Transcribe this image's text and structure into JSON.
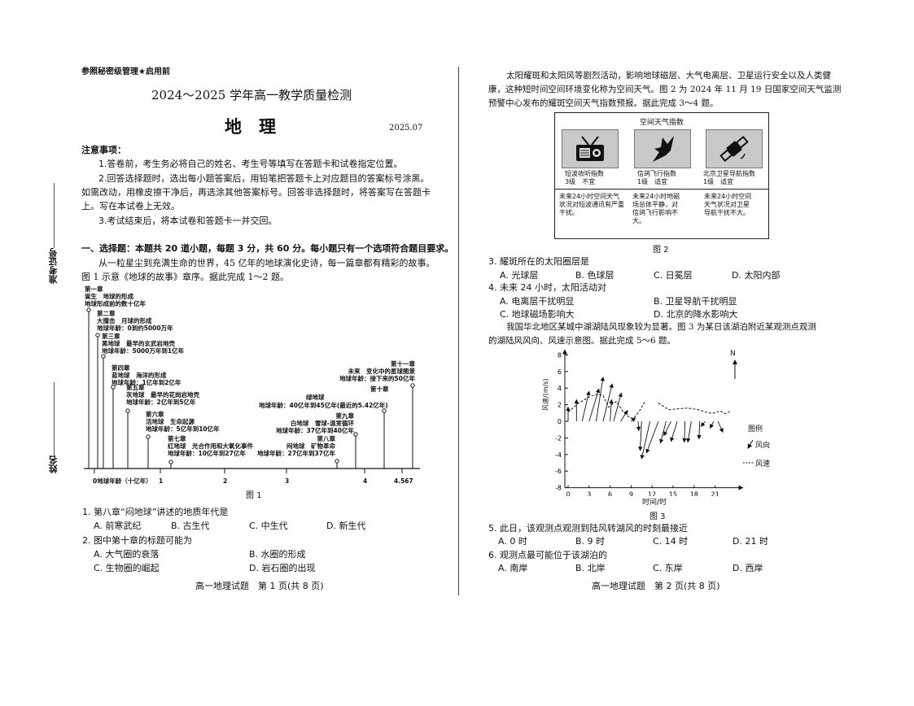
{
  "side": {
    "exam_id_label": "准考证号",
    "name_label": "姓名"
  },
  "page1": {
    "secret": "参照秘密级管理★启用前",
    "exam_title": "2024～2025 学年高一教学质量检测",
    "subject": "地　理",
    "date": "2025.07",
    "notes_title": "注意事项：",
    "notes": [
      "1.答卷前，考生务必将自己的姓名、考生号等填写在答题卡和试卷指定位置。",
      "2.回答选择题时，选出每小题答案后，用铅笔把答题卡上对应题目的答案标号涂黑。",
      "如需改动，用橡皮擦干净后，再选涂其他答案标号。回答非选择题时，将答案写在答题卡",
      "上。写在本试卷上无效。",
      "3.考试结束后，将本试卷和答题卡一并交回。"
    ],
    "section": "一、选择题：本题共 20 道小题，每题 3 分，共 60 分。每小题只有一个选项符合题目要求。",
    "intro": [
      "从一粒星尘到充满生命的世界，45 亿年的地球演化史诗，每一篇章都有精彩的故事。",
      "图 1 示意《地球的故事》章序。据此完成 1～2 题。"
    ],
    "fig1": {
      "caption": "图 1",
      "axis_label": "0地球年龄（十亿年）",
      "ticks": [
        "1",
        "2",
        "3",
        "4",
        "4.567"
      ],
      "chapters": [
        {
          "lines": [
            "第一章",
            "诞生　地球的形成",
            "地球形成前的数十亿年"
          ]
        },
        {
          "lines": [
            "第二章",
            "大撞击　月球的形成",
            "地球年龄：0到约5000万年"
          ]
        },
        {
          "lines": [
            "第三章",
            "黑地球　最早的玄武岩地壳",
            "地球年龄：5000万年到1亿年"
          ]
        },
        {
          "lines": [
            "第四章",
            "蓝地球　海洋的形成",
            "地球年龄：1亿年到2亿年"
          ]
        },
        {
          "lines": [
            "第五章",
            "灰地球　最早的花岗岩地壳",
            "地球年龄：2亿年到5亿年"
          ]
        },
        {
          "lines": [
            "第六章",
            "活地球　生命起源",
            "地球年龄：5亿年到10亿年"
          ]
        },
        {
          "lines": [
            "第七章",
            "红地球　光合作用和大氧化事件",
            "地球年龄：10亿年到27亿年"
          ]
        },
        {
          "lines": [
            "第八章",
            "闷地球　矿物革命",
            "地球年龄：27亿年到37亿年"
          ]
        },
        {
          "lines": [
            "第九章",
            "白地球　雪球-温室循环",
            "地球年龄：37亿年到40亿年"
          ]
        },
        {
          "lines": [
            "第十章",
            "绿地球",
            "地球年龄：40亿年到45亿年(最近的5.42亿年)"
          ]
        },
        {
          "lines": [
            "第十一章",
            "未来　变化中的星球图景",
            "地球年龄：接下来的50亿年"
          ]
        }
      ]
    },
    "q1": {
      "stem": "1. 第八章“闷地球”讲述的地质年代是",
      "options": [
        "A. 前寒武纪",
        "B. 古生代",
        "C. 中生代",
        "D. 新生代"
      ]
    },
    "q2": {
      "stem": "2. 图中第十章的标题可能为",
      "options": [
        "A. 大气圈的衰落",
        "B. 水圈的形成",
        "C. 生物圈的崛起",
        "D. 岩石圈的出现"
      ]
    },
    "footer": "高一地理试题　第 1 页(共 8 页)"
  },
  "page2": {
    "intro": [
      "太阳耀斑和太阳风等剧烈活动，影响地球磁层、大气电离层、卫星运行安全以及人类健",
      "康，这种短时间空间环境变化称为空间天气。图 2 为 2024 年 11 月 19 日国家空间天气监测",
      "预警中心发布的耀斑空间天气指数预报。据此完成 3～4 题。"
    ],
    "fig2": {
      "title": "空间天气指数",
      "caption": "图 2",
      "items": [
        {
          "icon": "radio-icon",
          "name": "短波收听指数",
          "level": "3级　不宜",
          "desc": "未来24小时空间天气状况对短波通讯有严重干扰。"
        },
        {
          "icon": "pigeon-icon",
          "name": "信鸽飞行指数",
          "level": "1级　适宜",
          "desc": "未来24小时地磁场总体平静，对信鸽飞行影响不大。"
        },
        {
          "icon": "satellite-icon",
          "name": "北京卫星导航指数",
          "level": "1级　适宜",
          "desc": "未来24小时空间天气状况对卫星导航干扰不大。"
        }
      ]
    },
    "q3": {
      "stem": "3. 耀斑所在的太阳圈层是",
      "options": [
        "A. 光球层",
        "B. 色球层",
        "C. 日冕层",
        "D. 太阳内部"
      ]
    },
    "q4": {
      "stem": "4. 未来 24 小时，太阳活动对",
      "options": [
        "A. 电离层干扰明显",
        "B. 卫星导航干扰明显",
        "C. 地球磁场影响大",
        "D. 北京的降水影响大"
      ]
    },
    "intro2": [
      "我国华北地区某城中湖湖陆风现象较为显著。图 3 为某日该湖泊附近某观测点观测",
      "的湖陆风风向、风速示意图。据此完成 5～6 题。"
    ],
    "q5": {
      "stem": "5. 此日，该观测点观测到陆风转湖风的时刻最接近",
      "options": [
        "A. 0 时",
        "B. 9 时",
        "C. 14 时",
        "D. 21 时"
      ]
    },
    "q6": {
      "stem": "6. 观测点最可能位于该湖泊的",
      "options": [
        "A. 南岸",
        "B. 北岸",
        "C. 东岸",
        "D. 西岸"
      ]
    },
    "footer": "高一地理试题　第 2 页(共 8 页)"
  },
  "chart_data": {
    "type": "line",
    "title": "图 3",
    "xlabel": "时间/时",
    "ylabel": "风速/(m/s)",
    "xticks": [
      "0",
      "3",
      "6",
      "9",
      "12",
      "15",
      "18",
      "21"
    ],
    "yticks": [
      "8",
      "6",
      "4",
      "2",
      "0",
      "-2",
      "-4",
      "-6",
      "-8"
    ],
    "xlim": [
      0,
      24
    ],
    "ylim": [
      -8,
      8
    ],
    "north_label": "N",
    "legend": {
      "title": "图例",
      "direction": "风向",
      "speed": "风速"
    },
    "speed_segments": [
      [
        [
          0,
          1.1
        ],
        [
          1.35,
          2.1
        ],
        [
          2.9,
          2.9
        ],
        [
          4.2,
          3.3
        ],
        [
          5,
          3.1
        ],
        [
          5.8,
          1.7
        ],
        [
          6.35,
          2.1
        ],
        [
          6.9,
          2.4
        ],
        [
          7.9,
          1.1
        ],
        [
          8.85,
          0.4
        ],
        [
          9.4,
          0.4
        ],
        [
          10.2,
          1.25
        ],
        [
          11,
          2.4
        ]
      ],
      [
        [
          12.9,
          2.2
        ],
        [
          14.4,
          1.4
        ],
        [
          15.6,
          1.5
        ],
        [
          17.1,
          1.6
        ],
        [
          18.6,
          1.4
        ],
        [
          20.2,
          1.0
        ],
        [
          21,
          1.0
        ],
        [
          21.7,
          1.25
        ],
        [
          22.5,
          0.9
        ],
        [
          23.3,
          1.3
        ]
      ]
    ],
    "arrows": [
      [
        0,
        0,
        1.7
      ],
      [
        1.2,
        0,
        2.6
      ],
      [
        2,
        1,
        3.6
      ],
      [
        3,
        1.4,
        3.9
      ],
      [
        4,
        1,
        5.3
      ],
      [
        5,
        1.3,
        4.5
      ],
      [
        6,
        0.2,
        2.6
      ],
      [
        6.5,
        1.1,
        3.4
      ],
      [
        7.5,
        1,
        1.3
      ],
      [
        9,
        0.6,
        0.4
      ],
      [
        10,
        0.1,
        -1.1
      ],
      [
        10.5,
        -0.2,
        -3.5
      ],
      [
        11.7,
        -1.2,
        -4.5
      ],
      [
        12.9,
        -1.7,
        -3.8
      ],
      [
        14,
        -0.8,
        -2.6
      ],
      [
        14.7,
        -1,
        -1.7
      ],
      [
        15.6,
        -0.9,
        -2.4
      ],
      [
        16.7,
        -0.1,
        -2.5
      ],
      [
        17.6,
        -0.5,
        -2.5
      ],
      [
        18.8,
        -0.1,
        -2.1
      ],
      [
        19.6,
        -0.6,
        -0.6
      ],
      [
        20.8,
        -0.5,
        -0.8
      ],
      [
        21.4,
        0.7,
        -1.3
      ]
    ]
  }
}
